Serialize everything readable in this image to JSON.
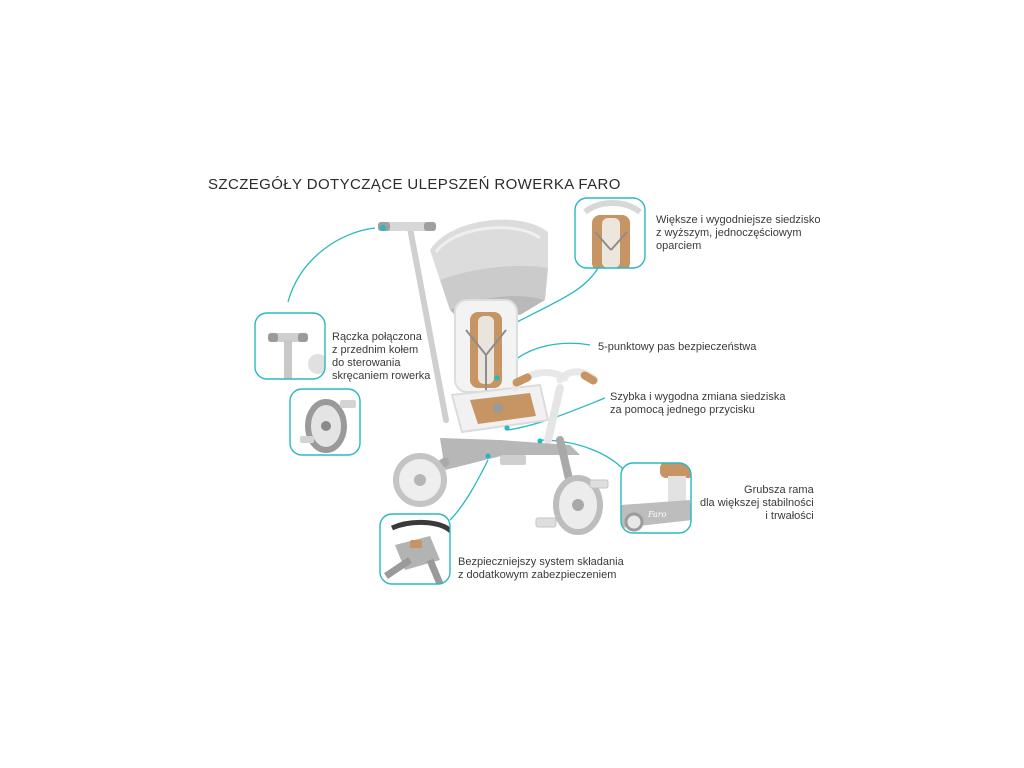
{
  "title": "SZCZEGÓŁY DOTYCZĄCE ULEPSZEŃ ROWERKA FARO",
  "accent_color": "#29b8c2",
  "callouts": {
    "seat": {
      "lines": [
        "Większe i wygodniejsze siedzisko",
        "z wyższym, jednoczęściowym",
        "oparciem"
      ]
    },
    "harness": {
      "lines": [
        "5-punktowy pas bezpieczeństwa"
      ]
    },
    "seat_change": {
      "lines": [
        "Szybka i wygodna zmiana siedziska",
        "za pomocą jednego przycisku"
      ]
    },
    "frame": {
      "lines": [
        "Grubsza rama",
        "dla większej stabilności",
        "i trwałości"
      ]
    },
    "folding": {
      "lines": [
        "Bezpieczniejszy system składania",
        "z dodatkowym zabezpieczeniem"
      ]
    },
    "handle": {
      "lines": [
        "Rączka połączona",
        "z przednim kołem",
        "do sterowania",
        "skręcaniem rowerka"
      ]
    }
  },
  "brand_mark": "Faro"
}
